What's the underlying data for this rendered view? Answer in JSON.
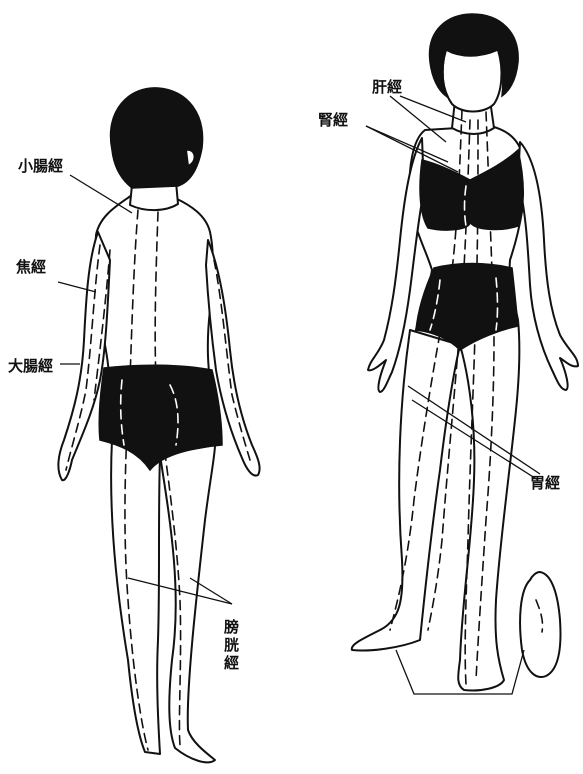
{
  "labels": {
    "small_intestine": "小腸經",
    "triple_burner": "焦經",
    "large_intestine": "大腸經",
    "bladder_1": "膀",
    "bladder_2": "胱",
    "bladder_3": "經",
    "liver": "肝經",
    "kidney": "腎經",
    "stomach": "胃經"
  }
}
